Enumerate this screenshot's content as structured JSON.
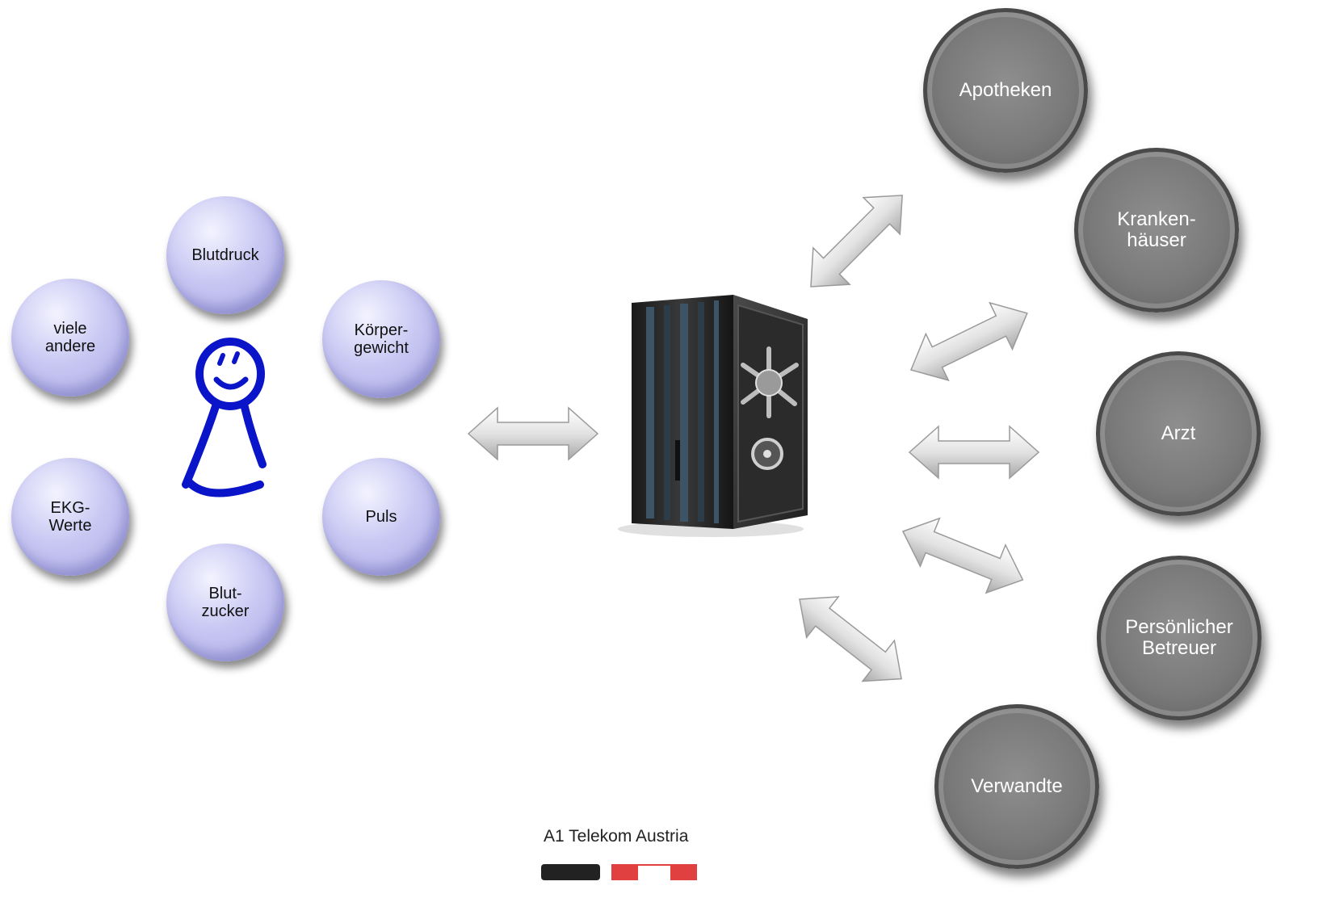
{
  "left_nodes": [
    {
      "key": "blutdruck",
      "label": "Blutdruck"
    },
    {
      "key": "koerpergewicht",
      "label": "Körper-\ngewicht"
    },
    {
      "key": "puls",
      "label": "Puls"
    },
    {
      "key": "blutzucker",
      "label": "Blut-\nzucker"
    },
    {
      "key": "ekg",
      "label": "EKG-\nWerte"
    },
    {
      "key": "andere",
      "label": "viele\nandere"
    }
  ],
  "right_nodes": [
    {
      "key": "apotheken",
      "label": "Apotheken"
    },
    {
      "key": "krankenhaeuser",
      "label": "Kranken-\nhäuser"
    },
    {
      "key": "arzt",
      "label": "Arzt"
    },
    {
      "key": "betreuer",
      "label": "Persönlicher\nBetreuer"
    },
    {
      "key": "verwandte",
      "label": "Verwandte"
    }
  ],
  "brand": {
    "name": "A1 Telekom Austria"
  },
  "colors": {
    "left_node": "#c2c1f0",
    "right_node": "#7f7f7f",
    "stick_figure": "#0a14c8",
    "arrow": "#d9d9d9"
  },
  "icons": {
    "center": "safe-server-icon",
    "person": "stick-figure-icon"
  }
}
